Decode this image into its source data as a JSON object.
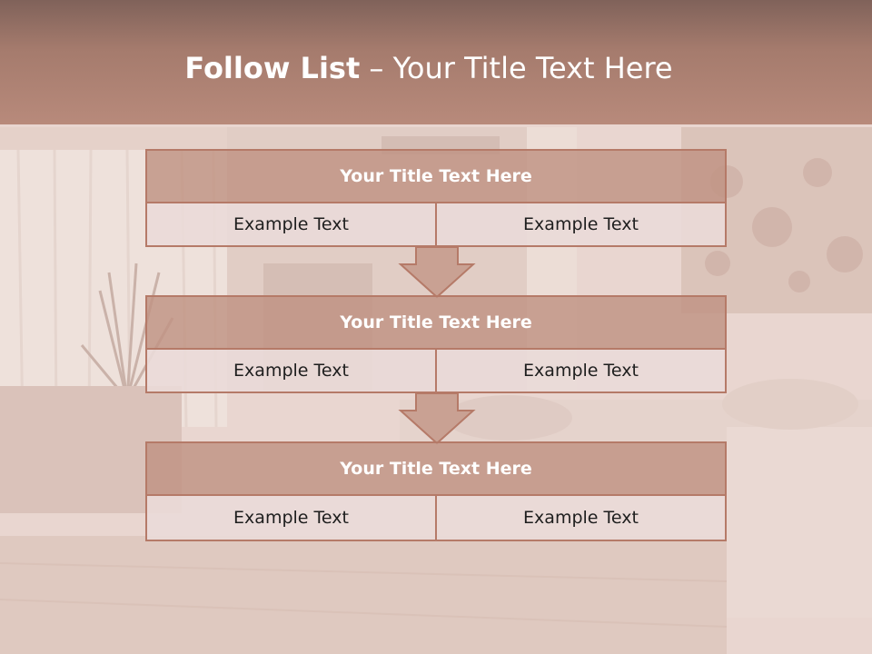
{
  "slide": {
    "title_bold": "Follow List",
    "title_sep": " – ",
    "title_rest": "Your Title Text Here"
  },
  "blocks": [
    {
      "title": "Your Title Text Here",
      "left": "Example Text",
      "right": "Example Text"
    },
    {
      "title": "Your Title Text Here",
      "left": "Example Text",
      "right": "Example Text"
    },
    {
      "title": "Your Title Text Here",
      "left": "Example Text",
      "right": "Example Text"
    }
  ],
  "colors": {
    "header": "#a57b6d",
    "block_title_bg": "#c09282",
    "block_cell_bg": "#eadad8",
    "border": "#b57a68",
    "arrow_fill": "#c9a193"
  },
  "icons": [
    "down-arrow-icon"
  ]
}
